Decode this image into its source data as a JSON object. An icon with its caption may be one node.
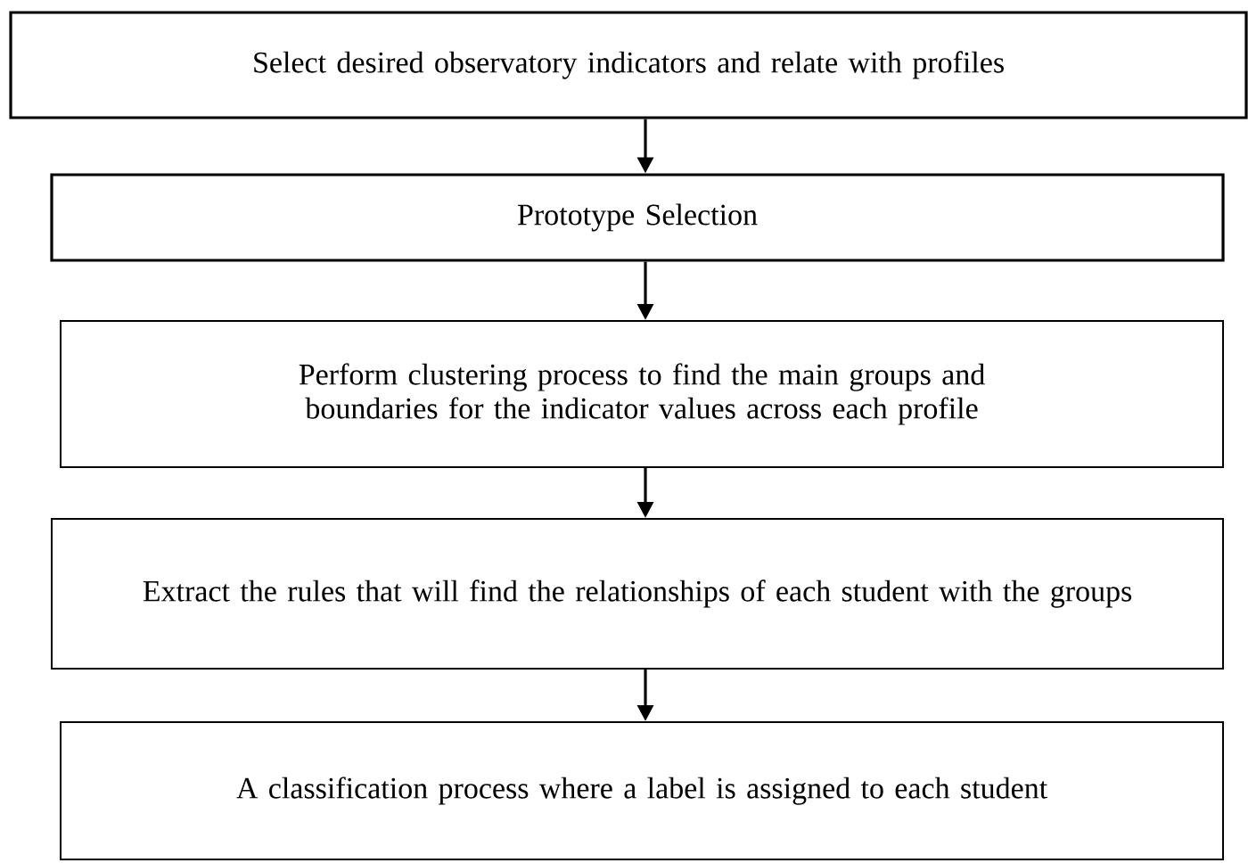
{
  "diagram": {
    "nodes": [
      {
        "text": [
          "Select desired observatory indicators and relate with profiles"
        ]
      },
      {
        "text": [
          "Prototype Selection"
        ]
      },
      {
        "text": [
          "Perform clustering process to find the main groups and boundaries for the indicator values across each profile"
        ]
      },
      {
        "text": [
          "Extract the rules that will find the relationships of each student with the groups"
        ]
      },
      {
        "text": [
          "A classification process where a label is assigned to each student"
        ]
      }
    ],
    "edges": [
      {
        "from": 0,
        "to": 1,
        "arrow": "to"
      },
      {
        "from": 1,
        "to": 2,
        "arrow": "to"
      },
      {
        "from": 2,
        "to": 3,
        "arrow": "to"
      },
      {
        "from": 3,
        "to": 4,
        "arrow": "to"
      }
    ]
  }
}
